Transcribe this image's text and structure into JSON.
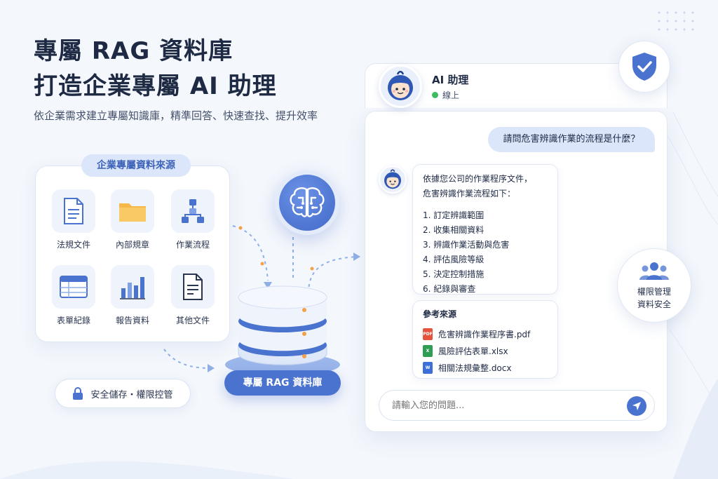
{
  "hero": {
    "title_line1": "專屬 RAG 資料庫",
    "title_line2": "打造企業專屬 AI 助理",
    "subtitle": "依企業需求建立專屬知識庫，精準回答、快速查找、提升效率"
  },
  "sources": {
    "label": "企業專屬資料來源",
    "items": [
      {
        "label": "法規文件",
        "icon": "document-icon"
      },
      {
        "label": "內部規章",
        "icon": "folder-icon"
      },
      {
        "label": "作業流程",
        "icon": "flowchart-icon"
      },
      {
        "label": "表單紀錄",
        "icon": "table-icon"
      },
      {
        "label": "報告資料",
        "icon": "bar-chart-icon"
      },
      {
        "label": "其他文件",
        "icon": "file-icon"
      }
    ]
  },
  "secure": {
    "label": "安全儲存・權限控管"
  },
  "database": {
    "label": "專屬 RAG 資料庫"
  },
  "chat": {
    "bot_name": "AI 助理",
    "status": "線上",
    "user_message": "請問危害辨識作業的流程是什麼？",
    "answer_intro_1": "依據您公司的作業程序文件，",
    "answer_intro_2": "危害辨識作業流程如下：",
    "steps": [
      "1. 訂定辨識範圍",
      "2. 收集相關資料",
      "3. 辨識作業活動與危害",
      "4. 評估風險等級",
      "5. 決定控制措施",
      "6. 紀錄與審查"
    ],
    "references_title": "參考來源",
    "references": [
      {
        "name": "危害辨識作業程序書.pdf",
        "badge": "PDF",
        "color": "#e5533d"
      },
      {
        "name": "風險評估表單.xlsx",
        "badge": "X",
        "color": "#2f9e55"
      },
      {
        "name": "相關法規彙整.docx",
        "badge": "W",
        "color": "#3c6fd8"
      }
    ],
    "input_placeholder": "請輸入您的問題..."
  },
  "permission": {
    "line1": "權限管理",
    "line2": "資料安全"
  },
  "colors": {
    "accent": "#4a72cf",
    "light_accent": "#dbe6fb",
    "online": "#3dbb5e"
  }
}
